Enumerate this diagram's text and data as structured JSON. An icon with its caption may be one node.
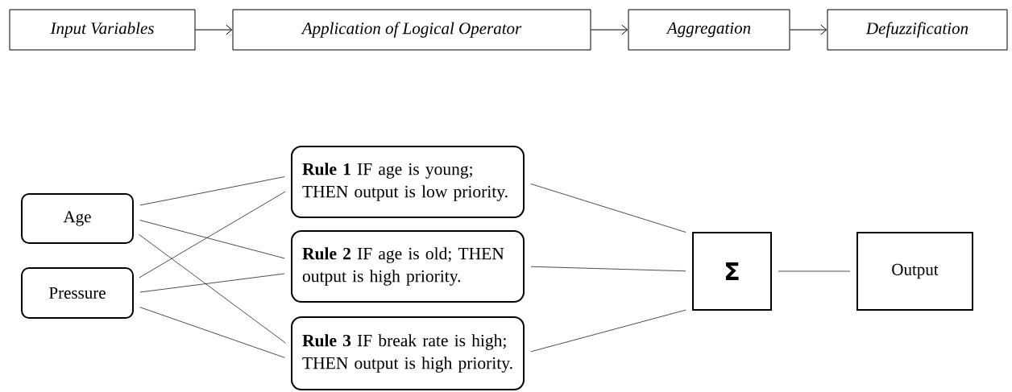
{
  "diagram": {
    "nodes": [
      {
        "text": [
          "Input Variables"
        ]
      },
      {
        "text": [
          "Application of Logical Operator"
        ]
      },
      {
        "text": [
          "Aggregation"
        ]
      },
      {
        "text": [
          "Defuzzification"
        ]
      },
      {
        "text": [
          "Age"
        ]
      },
      {
        "text": [
          "Pressure"
        ]
      },
      {
        "text": [
          "**Rule 1**  IF age is young; THEN output is low priority."
        ]
      },
      {
        "text": [
          "**Rule 2**  IF age is old; THEN output is high priority."
        ]
      },
      {
        "text": [
          "**Rule 3**  IF break rate is high; THEN output is high priority."
        ]
      },
      {
        "text": [
          "Σ"
        ]
      },
      {
        "text": [
          "Output"
        ]
      }
    ],
    "edges": [
      {
        "from": 0,
        "to": 1,
        "arrow": "to"
      },
      {
        "from": 1,
        "to": 2,
        "arrow": "to"
      },
      {
        "from": 2,
        "to": 3,
        "arrow": "to"
      },
      {
        "from": 4,
        "to": 6,
        "arrow": "none"
      },
      {
        "from": 4,
        "to": 7,
        "arrow": "none"
      },
      {
        "from": 4,
        "to": 8,
        "arrow": "none"
      },
      {
        "from": 5,
        "to": 6,
        "arrow": "none"
      },
      {
        "from": 5,
        "to": 7,
        "arrow": "none"
      },
      {
        "from": 5,
        "to": 8,
        "arrow": "none"
      },
      {
        "from": 6,
        "to": 9,
        "arrow": "none"
      },
      {
        "from": 7,
        "to": 9,
        "arrow": "none"
      },
      {
        "from": 8,
        "to": 9,
        "arrow": "none"
      },
      {
        "from": 9,
        "to": 10,
        "arrow": "none"
      }
    ]
  }
}
